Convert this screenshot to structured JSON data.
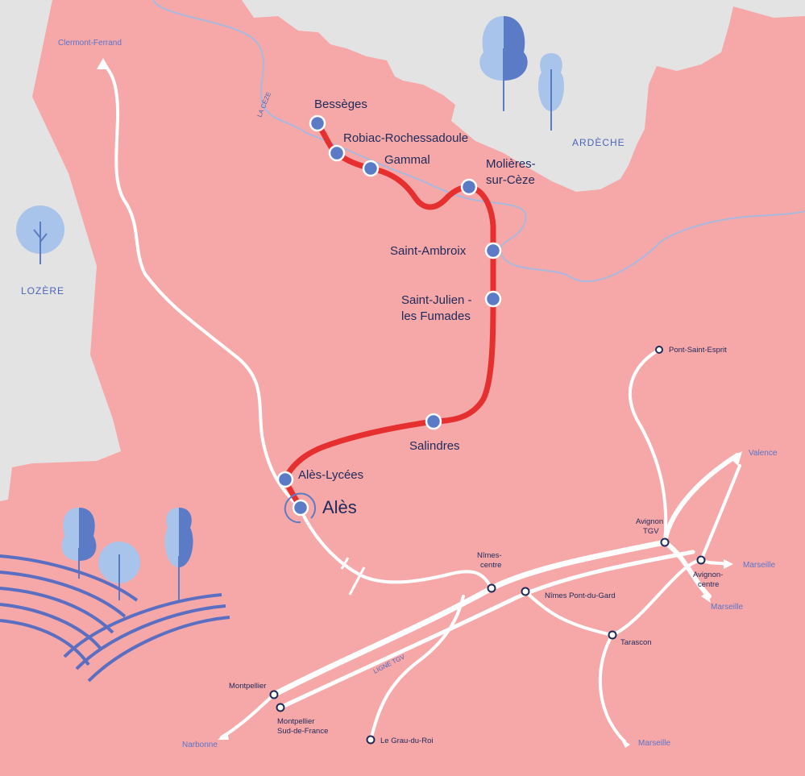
{
  "regions": {
    "ardeche": "ARDÈCHE",
    "lozere": "LOZÈRE"
  },
  "river": "LA CÈZE",
  "line_label": "LIGNE TGV",
  "stations": {
    "besseges": "Bessèges",
    "robiac": "Robiac-Rochessadoule",
    "gammal": "Gammal",
    "molieres_1": "Molières-",
    "molieres_2": "sur-Cèze",
    "saint_ambroix": "Saint-Ambroix",
    "saint_julien_1": "Saint-Julien -",
    "saint_julien_2": "les Fumades",
    "salindres": "Salindres",
    "ales_lycees": "Alès-Lycées",
    "ales": "Alès"
  },
  "other_stations": {
    "clermont": "Clermont-Ferrand",
    "pont_saint_esprit": "Pont-Saint-Esprit",
    "valence": "Valence",
    "avignon_tgv_1": "Avignon",
    "avignon_tgv_2": "TGV",
    "avignon_centre_1": "Avignon-",
    "avignon_centre_2": "centre",
    "marseille": "Marseille",
    "nimes_centre_1": "Nîmes-",
    "nimes_centre_2": "centre",
    "nimes_pont_du_gard": "Nîmes Pont-du-Gard",
    "tarascon": "Tarascon",
    "montpellier": "Montpellier",
    "montpellier_sdf_1": "Montpellier",
    "montpellier_sdf_2": "Sud-de-France",
    "narbonne": "Narbonne",
    "grau_du_roi": "Le Grau-du-Roi"
  },
  "colors": {
    "land": "#f6a8a9",
    "outside": "#e3e3e3",
    "line": "#e6302f",
    "station": "#5b7bc7",
    "track": "#ffffff",
    "river": "#a9b8dd",
    "tree_dark": "#5b7bc7",
    "tree_light": "#a9c4ea"
  }
}
